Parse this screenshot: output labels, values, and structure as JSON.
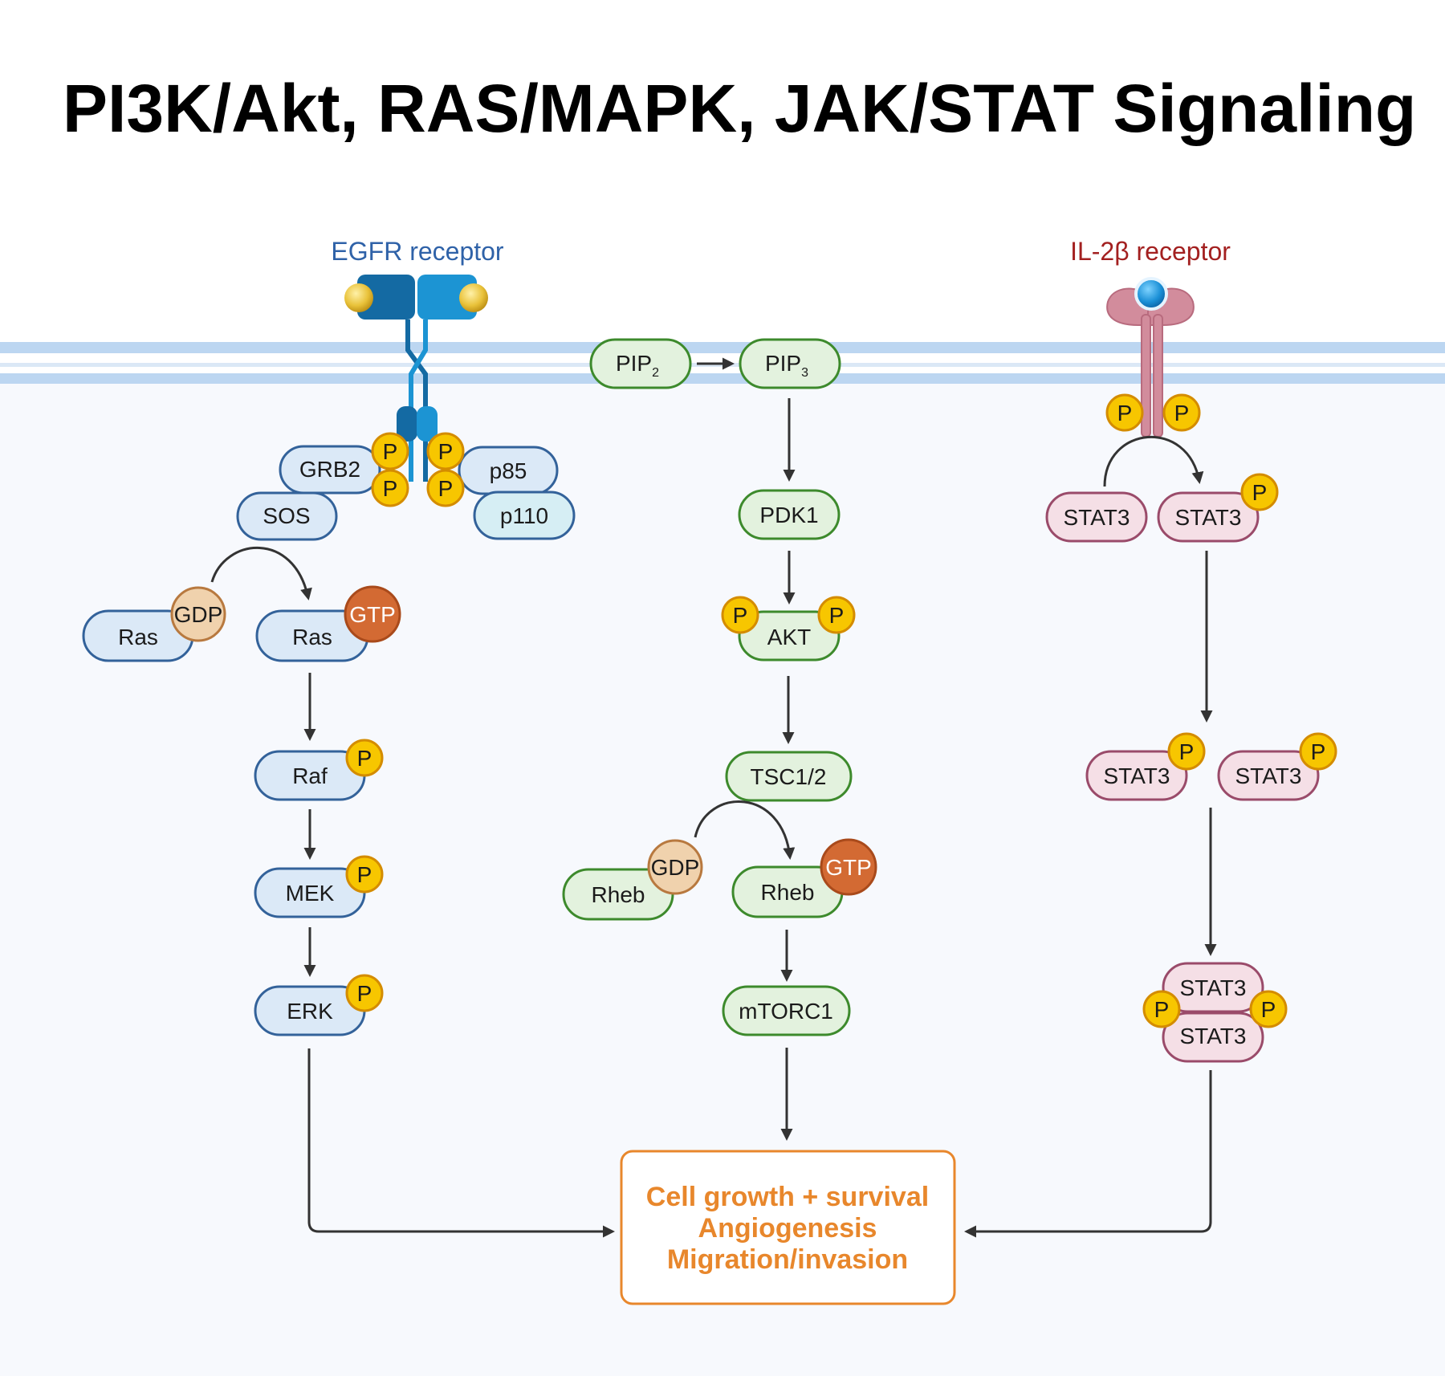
{
  "title": "PI3K/Akt, RAS/MAPK, JAK/STAT Signaling",
  "receptors": {
    "egfr": "EGFR receptor",
    "il2": "IL-2β receptor"
  },
  "colors": {
    "mapk_fill": "#dbe9f7",
    "mapk_stroke": "#33629a",
    "pi3k_fill": "#e3f2de",
    "pi3k_stroke": "#3d8a2c",
    "stat_fill": "#f5dfe6",
    "stat_stroke": "#9a4b6a",
    "p110_fill": "#d6eef4",
    "phospho": "#f7c600",
    "phospho_stroke": "#d48c00",
    "gdp": "#f0d2ad",
    "gtp": "#d36a33",
    "outcome": "#e8872c",
    "egfr_color": "#2f62a8",
    "il2_color": "#a32020",
    "membrane": "#bcd6f1",
    "cytoplasm": "#f7f9fd"
  },
  "phospho_label": "P",
  "mapk": {
    "grb2": "GRB2",
    "sos": "SOS",
    "ras_gdp": "Ras",
    "ras_gtp": "Ras",
    "gdp": "GDP",
    "gtp": "GTP",
    "raf": "Raf",
    "mek": "MEK",
    "erk": "ERK"
  },
  "pi3k": {
    "p85": "p85",
    "p110": "p110",
    "pip": "PIP",
    "pip2_sub": "2",
    "pip3_sub": "3",
    "pdk1": "PDK1",
    "akt": "AKT",
    "tsc": "TSC1/2",
    "rheb_gdp": "Rheb",
    "rheb_gtp": "Rheb",
    "gdp": "GDP",
    "gtp": "GTP",
    "mtorc1": "mTORC1"
  },
  "stat": {
    "stat3": "STAT3"
  },
  "outcome": {
    "line1": "Cell growth + survival",
    "line2": "Angiogenesis",
    "line3": "Migration/invasion"
  }
}
